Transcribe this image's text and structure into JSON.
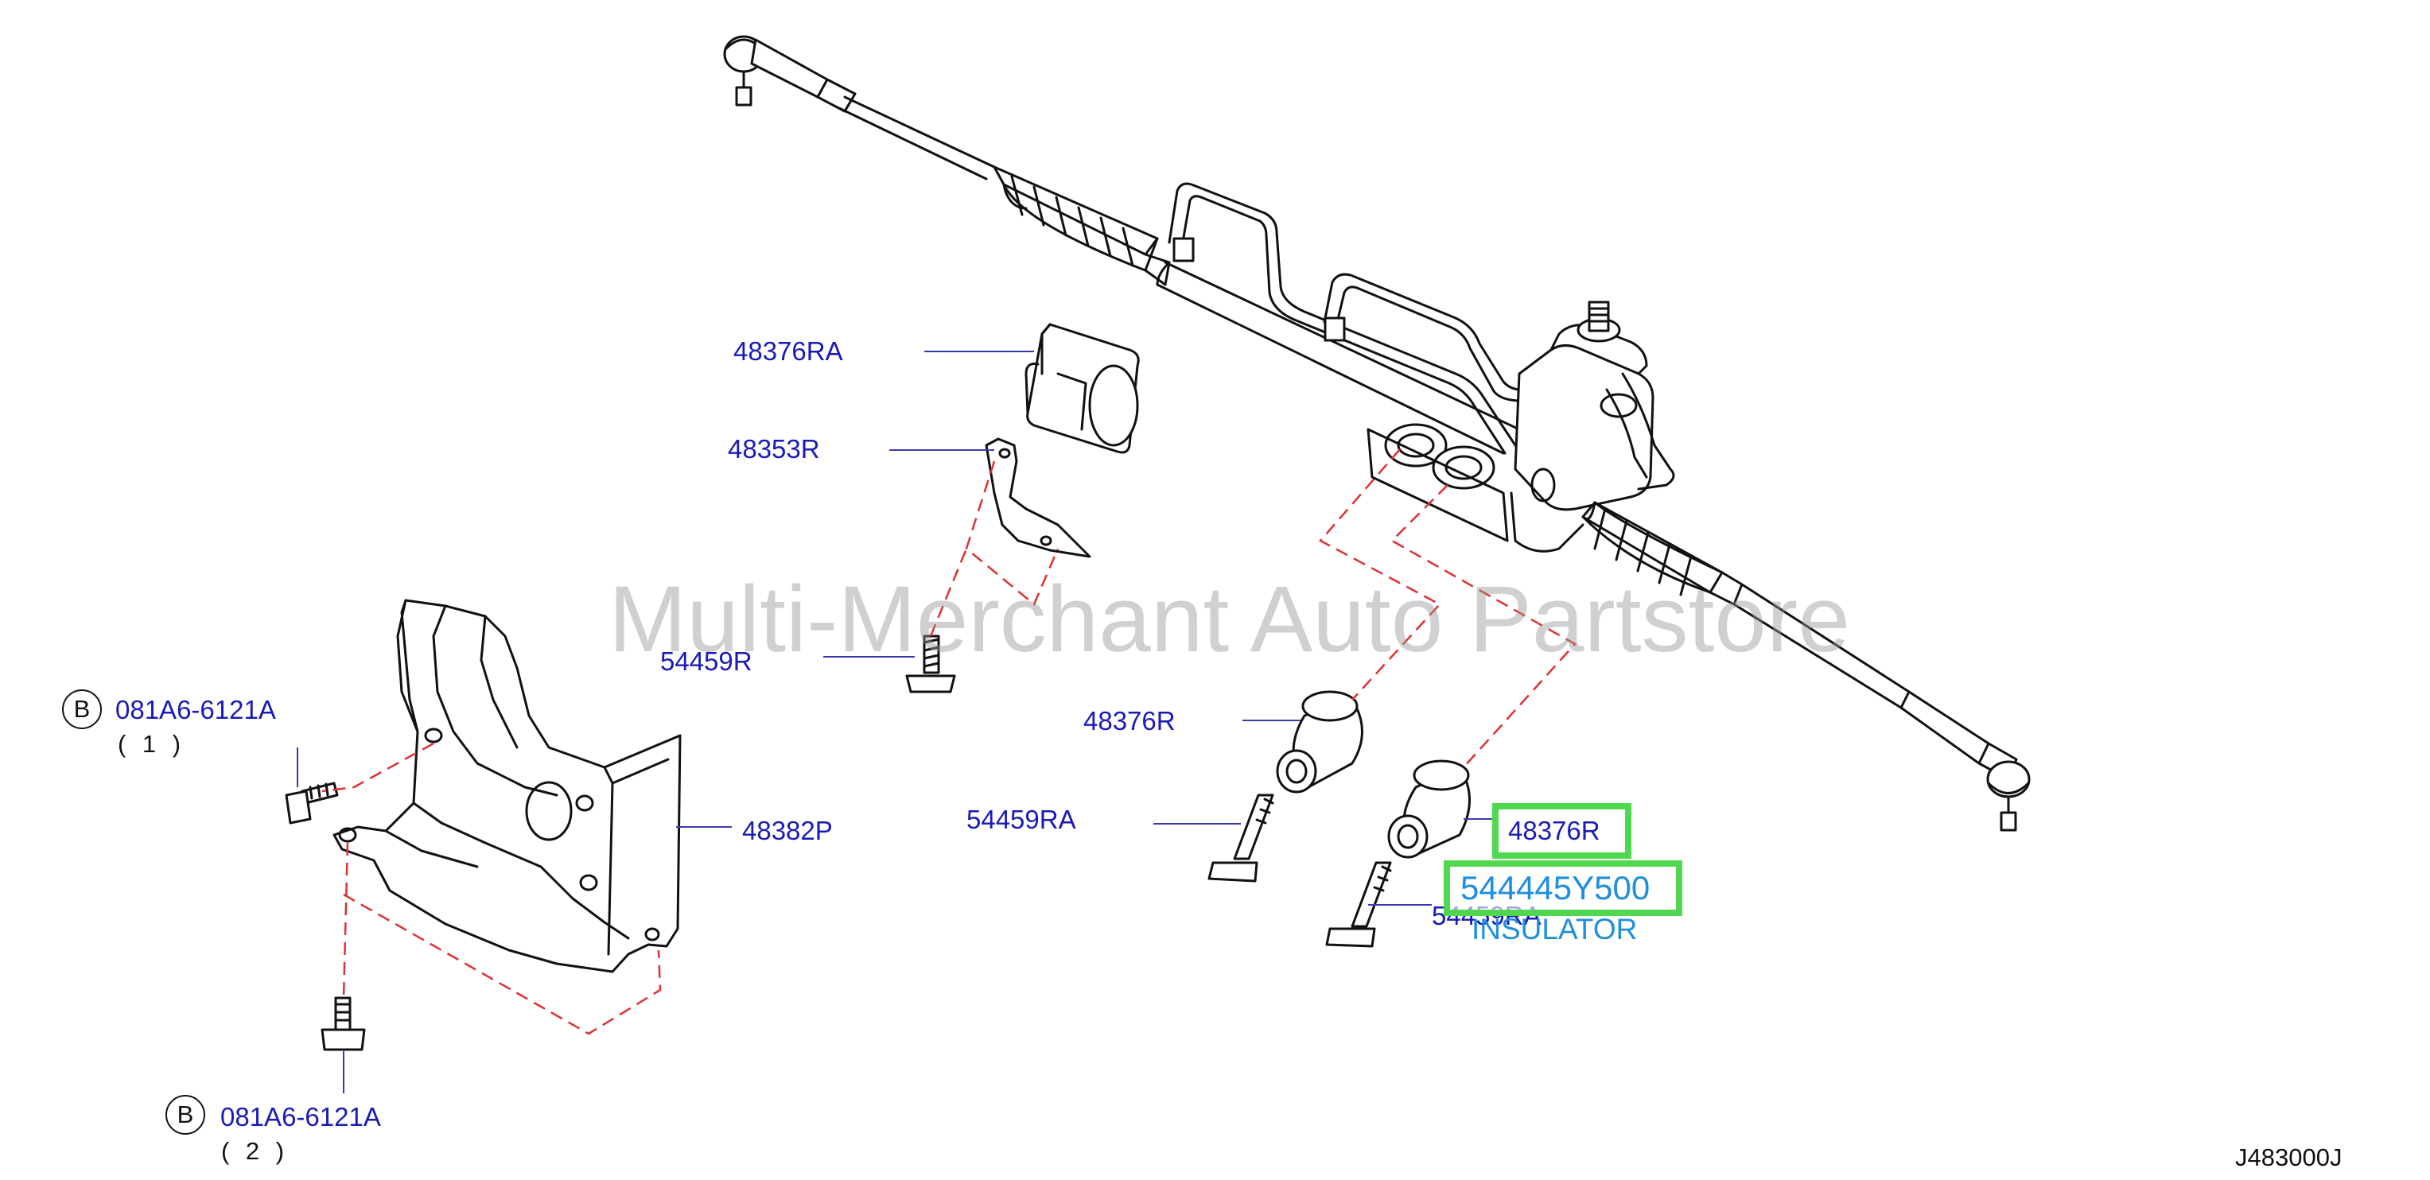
{
  "watermark": "Multi-Merchant Auto Partstore",
  "diagram_code": "J483000J",
  "callouts": {
    "p48376RA_top": "48376RA",
    "p48353R": "48353R",
    "p54459R": "54459R",
    "p48376R_left": "48376R",
    "p54459RA_left": "54459RA",
    "p48382P": "48382P",
    "p48376R_right": "48376R",
    "p54459RA_right": "54459RA",
    "bolt_top": "081A6-6121A",
    "bolt_bottom": "081A6-6121A"
  },
  "bolt_refs": {
    "top_circle": "B",
    "top_qty": "( 1 )",
    "bottom_circle": "B",
    "bottom_qty": "( 2 )"
  },
  "highlight": {
    "part_number": "544445Y500",
    "description": "INSULATOR",
    "color": "#4fd84f",
    "text_color": "#1e8ee0"
  },
  "colors": {
    "label": "#1a1ab8",
    "leader": "#3a3ab0",
    "dashes": "#e03030",
    "line": "#111111"
  }
}
